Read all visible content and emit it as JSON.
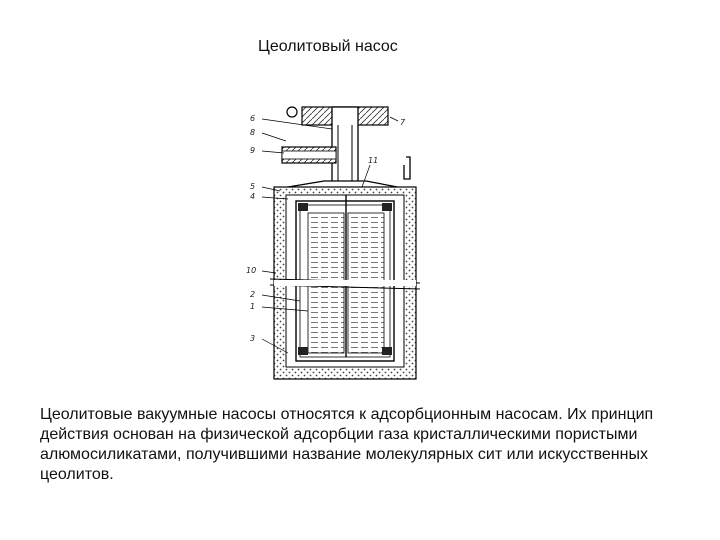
{
  "slide": {
    "title": "Цеолитовый насос",
    "body": "Цеолитовые вакуумные насосы относятся к адсорбционным насосам. Их принцип действия основан на физической адсорбции газа кристаллическими пористыми алюмосиликатами, получившими название молекулярных сит или искусственных цеолитов."
  },
  "figure": {
    "labels": [
      "6",
      "8",
      "9",
      "5",
      "4",
      "10",
      "2",
      "1",
      "3",
      "7",
      "11"
    ]
  }
}
